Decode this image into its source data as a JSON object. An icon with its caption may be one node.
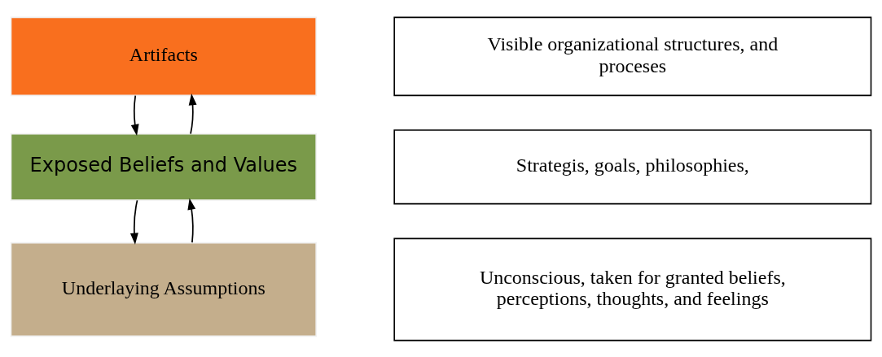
{
  "diagram": {
    "nodes": [
      {
        "text": [
          "Artifacts"
        ]
      },
      {
        "text": [
          "Exposed Beliefs and Values"
        ]
      },
      {
        "text": [
          "Underlaying Assumptions"
        ]
      },
      {
        "text": [
          "Visible organizational structures, and proceses"
        ]
      },
      {
        "text": [
          "Strategis, goals, philosophies,"
        ]
      },
      {
        "text": [
          "Unconscious, taken for granted beliefs, perceptions, thoughts, and feelings"
        ]
      }
    ],
    "edges": [
      {
        "from": 0,
        "to": 1,
        "arrow": "to"
      },
      {
        "from": 1,
        "to": 0,
        "arrow": "to"
      },
      {
        "from": 1,
        "to": 2,
        "arrow": "to"
      },
      {
        "from": 2,
        "to": 1,
        "arrow": "to"
      }
    ]
  }
}
